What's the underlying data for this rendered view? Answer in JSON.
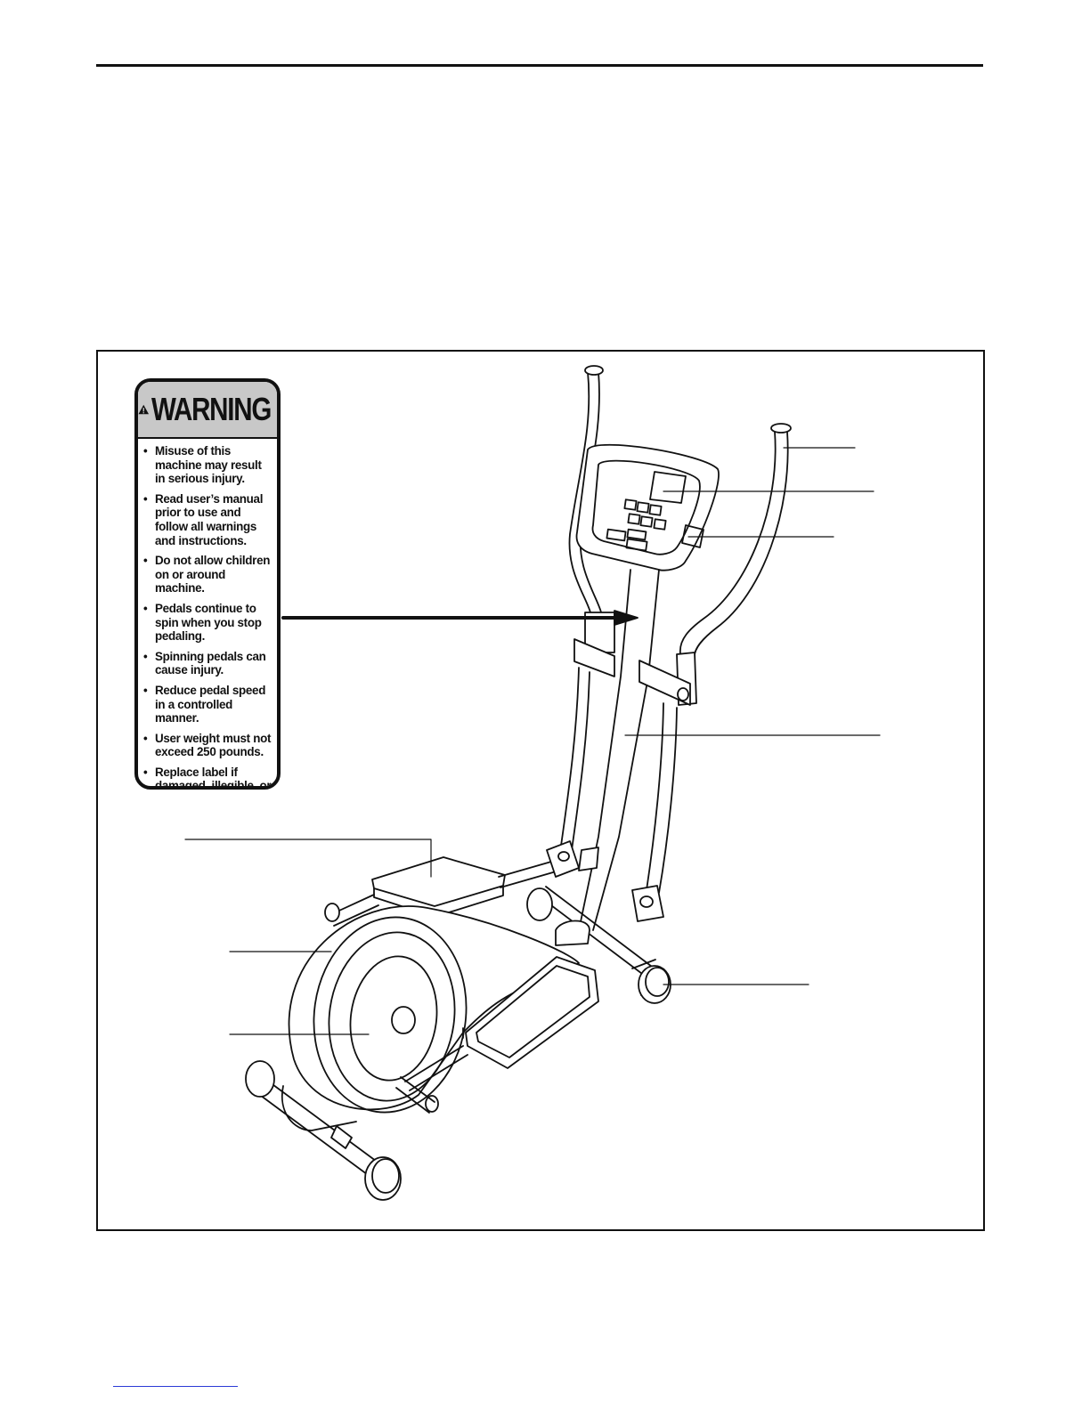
{
  "warning_label": {
    "title": "WARNING",
    "icon": "warning-triangle-icon",
    "items": [
      "Misuse of this machine may result in serious injury.",
      "Read user’s manual prior to use and follow all warnings and instructions.",
      "Do not allow children on or around machine.",
      "Pedals continue to spin when you stop pedaling.",
      "Spinning pedals can cause injury.",
      "Reduce pedal speed in a controlled manner.",
      "User weight must not exceed 250 pounds.",
      "Replace label if damaged, illegible, or removed."
    ]
  },
  "colors": {
    "ink": "#111111",
    "label_header": "#c8c8c8",
    "footer_link": "#2b3bd6"
  }
}
